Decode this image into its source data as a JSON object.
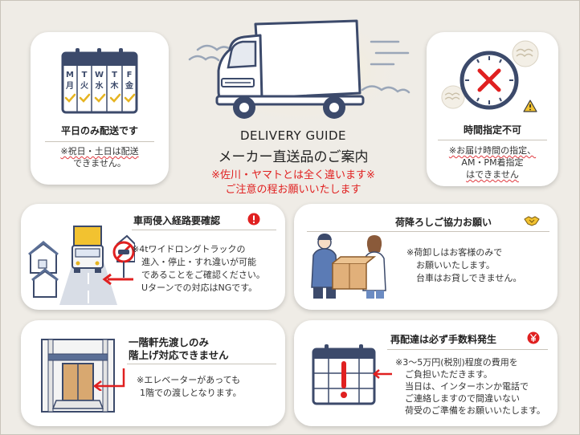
{
  "calendar": {
    "days": [
      {
        "letter": "M",
        "kanji": "月"
      },
      {
        "letter": "T",
        "kanji": "火"
      },
      {
        "letter": "W",
        "kanji": "水"
      },
      {
        "letter": "T",
        "kanji": "木"
      },
      {
        "letter": "F",
        "kanji": "金"
      }
    ]
  },
  "weekday": {
    "title": "平日のみ配送です",
    "lines": [
      "※祝日・土日は配送",
      "できません。"
    ]
  },
  "hero": {
    "guide_en": "DELIVERY GUIDE",
    "guide_jp": "メーカー直送品のご案内",
    "warning1": "※佐川・ヤマトとは全く違います※",
    "warning2": "ご注意の程お願いいたします"
  },
  "time": {
    "title": "時間指定不可",
    "lines": [
      "※お届け時間の指定、",
      "AM・PM着指定",
      "はできません"
    ]
  },
  "route": {
    "title": "車両侵入経路要確認",
    "lines": [
      "※4tワイドロングトラックの",
      "進入・停止・すれ違いが可能",
      "であることをご確認ください。",
      "Uターンでの対応はNGです。"
    ]
  },
  "unload": {
    "title": "荷降ろしご協力お願い",
    "lines": [
      "※荷卸しはお客様のみで",
      "お願いいたします。",
      "台車はお貸しできません。"
    ]
  },
  "floor": {
    "title1": "一階軒先渡しのみ",
    "title2": "階上げ対応できません",
    "lines": [
      "※エレベーターがあっても",
      "1階での渡しとなります。"
    ]
  },
  "redelivery": {
    "title": "再配達は必ず手数料発生",
    "lines": [
      "※3～5万円(税別)程度の費用を",
      "ご負担いただきます。",
      "当日は、インターホンか電話で",
      "ご連絡しますので間違いない",
      "荷受のご準備をお願いいたします。"
    ]
  },
  "colors": {
    "accent_red": "#e02020",
    "calendar_navy": "#3c4a6b",
    "check_yellow": "#e6b422"
  }
}
